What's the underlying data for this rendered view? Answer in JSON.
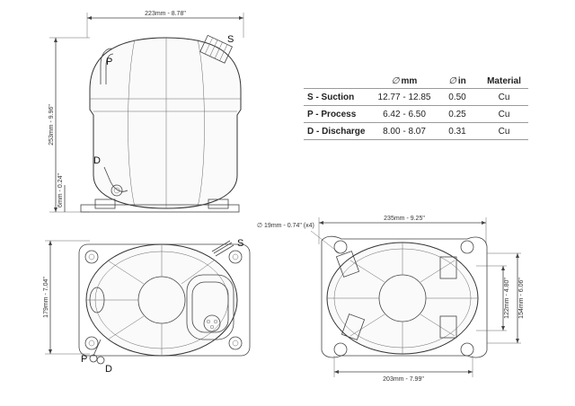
{
  "front_view": {
    "width_dim": "223mm - 8.78\"",
    "height_dim": "253mm - 9.96\"",
    "base_dim": "6mm - 0.24\"",
    "label_s": "S",
    "label_p": "P",
    "label_d": "D"
  },
  "top_view": {
    "height_dim": "179mm - 7.04\"",
    "label_s": "S",
    "label_p": "P",
    "label_d": "D"
  },
  "base_view": {
    "width_dim": "235mm - 9.25\"",
    "hole_dim": "∅ 19mm - 0.74\" (x4)",
    "bottom_dim": "203mm - 7.99\"",
    "inner_height_dim": "122mm - 4.80\"",
    "outer_height_dim": "154mm - 6.06\""
  },
  "spec_table": {
    "headers": [
      "",
      "mm",
      "in",
      "Material"
    ],
    "diameter_symbol": "∅",
    "rows": [
      {
        "label": "S - Suction",
        "mm": "12.77 - 12.85",
        "in": "0.50",
        "material": "Cu"
      },
      {
        "label": "P - Process",
        "mm": "6.42 - 6.50",
        "in": "0.25",
        "material": "Cu"
      },
      {
        "label": "D - Discharge",
        "mm": "8.00 - 8.07",
        "in": "0.31",
        "material": "Cu"
      }
    ]
  }
}
